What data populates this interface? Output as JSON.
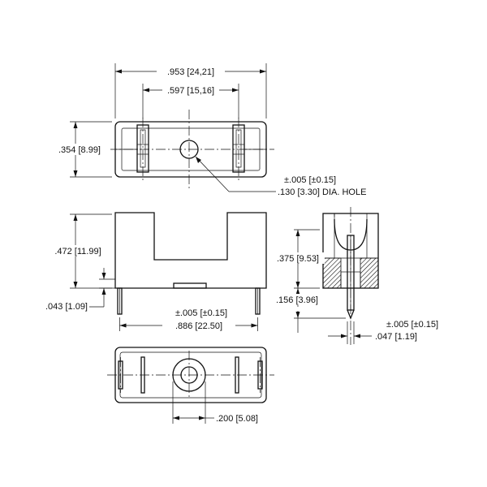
{
  "dimensions": {
    "overall_length": ".953 [24,21]",
    "pin_spacing_top": ".597 [15,16]",
    "width": ".354 [8.99]",
    "hole_tolerance": "±.005 [±0.15]",
    "hole_dia": ".130 [3.30] DIA. HOLE",
    "height": ".472 [11.99]",
    "pin_standoff": ".043 [1.09]",
    "pin_tolerance": "±.005 [±0.15]",
    "pin_spacing": ".886 [22.50]",
    "clip_height": ".375 [9.53]",
    "pin_length": ".156 [3.96]",
    "pin_width_tolerance": "±.005 [±0.15]",
    "pin_width": ".047 [1.19]",
    "bottom_hole_offset": ".200 [5.08]"
  }
}
